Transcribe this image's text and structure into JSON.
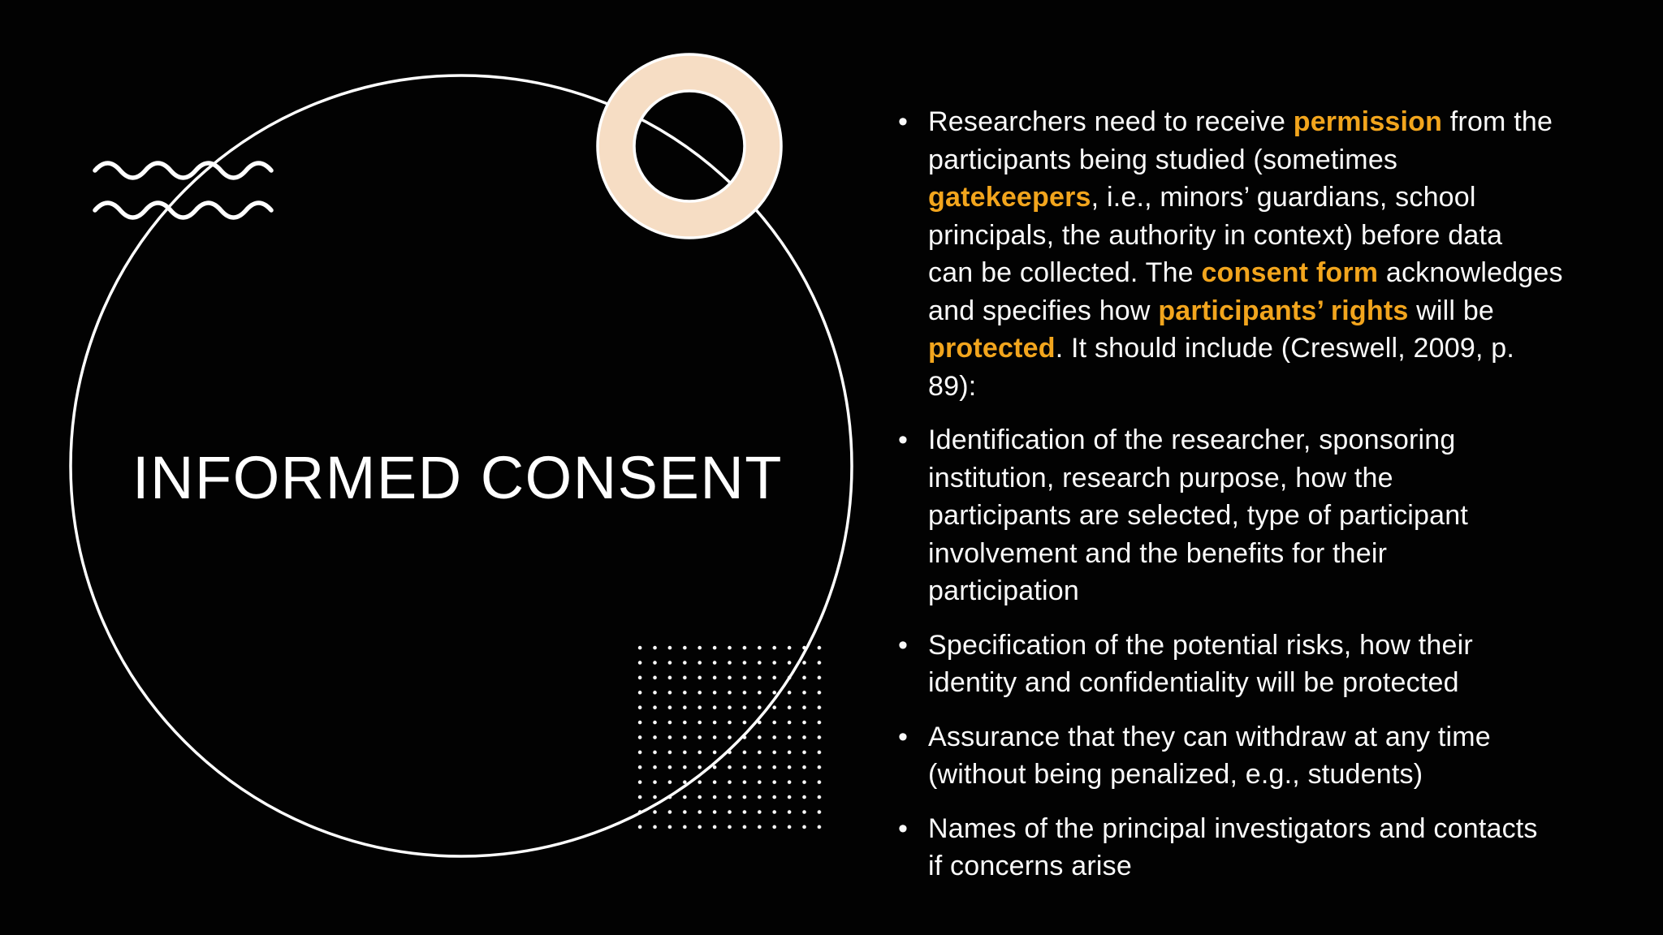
{
  "slide": {
    "title": "INFORMED CONSENT",
    "bullet_glyph": "•",
    "colors": {
      "background": "#020202",
      "text": "#FAFAFA",
      "highlight": "#F2A51D",
      "accent_ring": "#F6DDC4",
      "line": "#FFFFFF"
    },
    "decor": {
      "shapes": [
        "outline-circle",
        "wavy-lines",
        "peach-ring",
        "dot-grid"
      ]
    },
    "bullets": [
      {
        "segments": [
          {
            "text": "Researchers need to receive ",
            "highlight": false
          },
          {
            "text": "permission",
            "highlight": true
          },
          {
            "text": " from the\nparticipants being studied (sometimes\n",
            "highlight": false
          },
          {
            "text": "gatekeepers",
            "highlight": true
          },
          {
            "text": ", i.e., minors’ guardians, school\nprincipals, the authority in context) before data\ncan be collected. The ",
            "highlight": false
          },
          {
            "text": "consent form",
            "highlight": true
          },
          {
            "text": " acknowledges\nand specifies how ",
            "highlight": false
          },
          {
            "text": "participants’ rights",
            "highlight": true
          },
          {
            "text": " will be\n",
            "highlight": false
          },
          {
            "text": "protected",
            "highlight": true
          },
          {
            "text": ". It should include (Creswell, 2009, p.\n89):",
            "highlight": false
          }
        ]
      },
      {
        "segments": [
          {
            "text": "Identification of the researcher, sponsoring\ninstitution, research purpose, how the\nparticipants are selected, type of participant\ninvolvement and the benefits for their\nparticipation",
            "highlight": false
          }
        ]
      },
      {
        "segments": [
          {
            "text": "Specification of the potential risks, how their\nidentity and confidentiality will be protected",
            "highlight": false
          }
        ]
      },
      {
        "segments": [
          {
            "text": "Assurance that they can withdraw at any time\n(without being penalized, e.g., students)",
            "highlight": false
          }
        ]
      },
      {
        "segments": [
          {
            "text": "Names of the principal investigators and contacts\nif concerns arise",
            "highlight": false
          }
        ]
      }
    ]
  }
}
